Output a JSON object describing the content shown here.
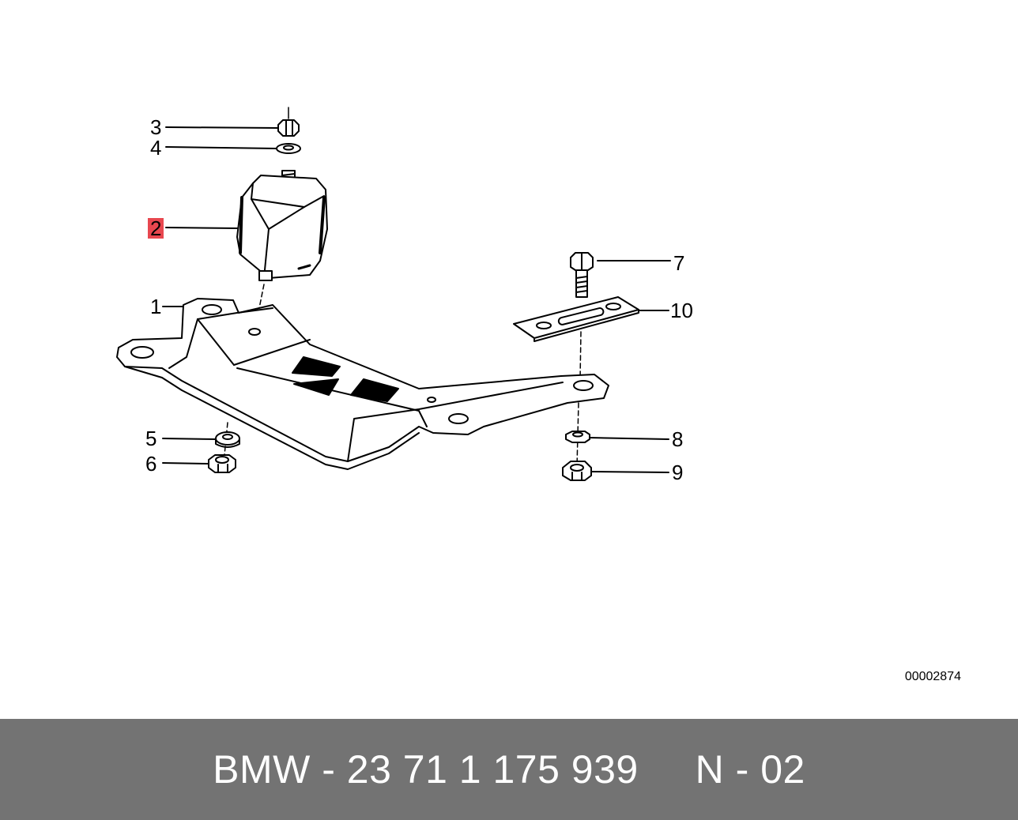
{
  "diagram": {
    "callouts": [
      {
        "id": "c3",
        "label": "3",
        "highlighted": false
      },
      {
        "id": "c4",
        "label": "4",
        "highlighted": false
      },
      {
        "id": "c2",
        "label": "2",
        "highlighted": true
      },
      {
        "id": "c1",
        "label": "1",
        "highlighted": false
      },
      {
        "id": "c5",
        "label": "5",
        "highlighted": false
      },
      {
        "id": "c6",
        "label": "6",
        "highlighted": false
      },
      {
        "id": "c7",
        "label": "7",
        "highlighted": false
      },
      {
        "id": "c10",
        "label": "10",
        "highlighted": false
      },
      {
        "id": "c8",
        "label": "8",
        "highlighted": false
      },
      {
        "id": "c9",
        "label": "9",
        "highlighted": false
      }
    ],
    "drawing_number": "00002874",
    "highlight_color": "#e8474f"
  },
  "footer": {
    "text": "BMW - 23 71 1 175 939     N - 02",
    "background": "#737373"
  }
}
